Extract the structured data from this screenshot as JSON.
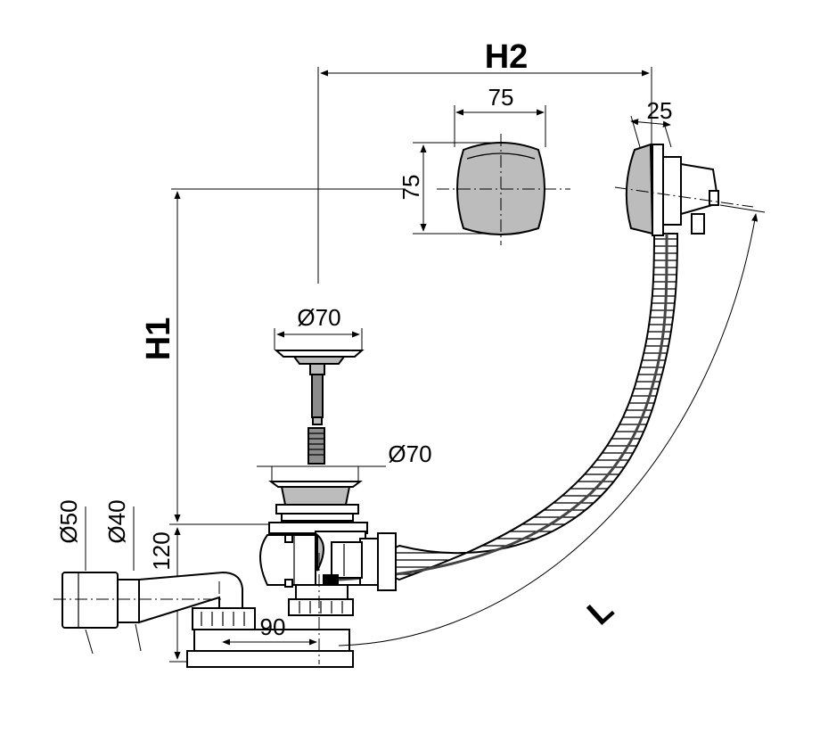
{
  "labels": {
    "h2": "H2",
    "h1": "H1",
    "l": "L",
    "w75_top": "75",
    "h75": "75",
    "d25": "25",
    "d70_top": "Ø70",
    "d70_mid": "Ø70",
    "d50": "Ø50",
    "d40": "Ø40",
    "h120": "120",
    "w90": "90"
  },
  "colors": {
    "line": "#000000",
    "metal": "#bcbcbc",
    "metal_dark": "#8c8c8c",
    "background": "#ffffff"
  }
}
